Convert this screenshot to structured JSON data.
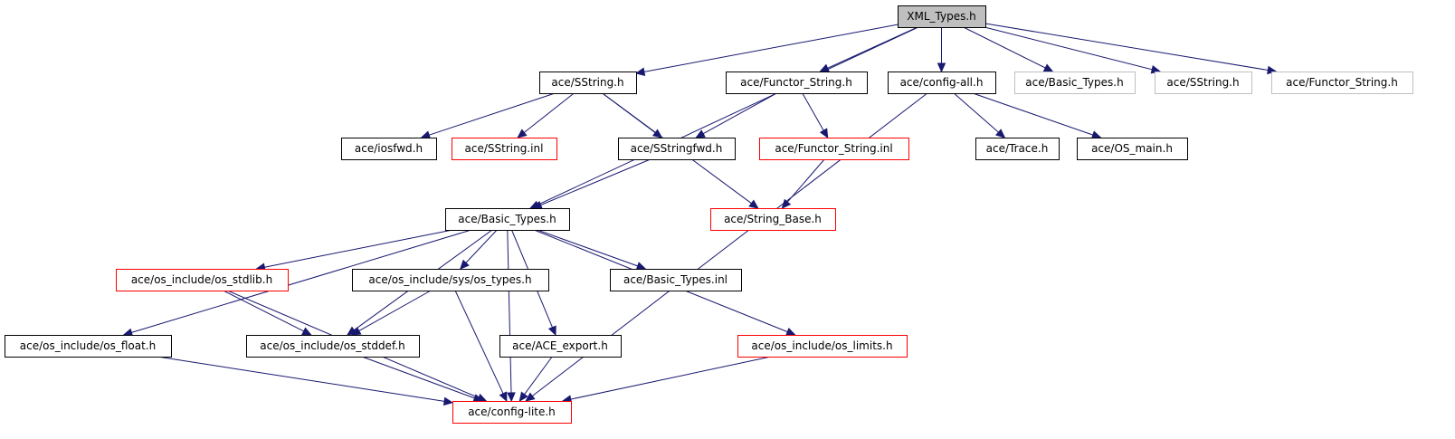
{
  "colors": {
    "edge": "#191970",
    "root_fill": "#bfbfbf",
    "node_fill": "#ffffff",
    "border_normal": "#000000",
    "border_missing": "#ff0000",
    "border_hidden": "#bfbfbf"
  },
  "nodes": [
    {
      "id": "xml_types_h",
      "label": "XML_Types.h",
      "kind": "root"
    },
    {
      "id": "sstring_h",
      "label": "ace/SString.h",
      "kind": "normal"
    },
    {
      "id": "functor_string_h",
      "label": "ace/Functor_String.h",
      "kind": "normal"
    },
    {
      "id": "config_all_h",
      "label": "ace/config-all.h",
      "kind": "normal"
    },
    {
      "id": "basic_types_h_top",
      "label": "ace/Basic_Types.h",
      "kind": "hidden"
    },
    {
      "id": "sstring_h_top",
      "label": "ace/SString.h",
      "kind": "hidden"
    },
    {
      "id": "functor_string_h_top",
      "label": "ace/Functor_String.h",
      "kind": "hidden"
    },
    {
      "id": "iosfwd_h",
      "label": "ace/iosfwd.h",
      "kind": "normal"
    },
    {
      "id": "sstring_inl",
      "label": "ace/SString.inl",
      "kind": "missing"
    },
    {
      "id": "sstringfwd_h",
      "label": "ace/SStringfwd.h",
      "kind": "normal"
    },
    {
      "id": "functor_string_inl",
      "label": "ace/Functor_String.inl",
      "kind": "missing"
    },
    {
      "id": "trace_h",
      "label": "ace/Trace.h",
      "kind": "normal"
    },
    {
      "id": "os_main_h",
      "label": "ace/OS_main.h",
      "kind": "normal"
    },
    {
      "id": "basic_types_h",
      "label": "ace/Basic_Types.h",
      "kind": "normal"
    },
    {
      "id": "string_base_h",
      "label": "ace/String_Base.h",
      "kind": "missing"
    },
    {
      "id": "os_stdlib_h",
      "label": "ace/os_include/os_stdlib.h",
      "kind": "missing"
    },
    {
      "id": "os_types_h",
      "label": "ace/os_include/sys/os_types.h",
      "kind": "normal"
    },
    {
      "id": "basic_types_inl",
      "label": "ace/Basic_Types.inl",
      "kind": "normal"
    },
    {
      "id": "os_float_h",
      "label": "ace/os_include/os_float.h",
      "kind": "normal"
    },
    {
      "id": "os_stddef_h",
      "label": "ace/os_include/os_stddef.h",
      "kind": "normal"
    },
    {
      "id": "ace_export_h",
      "label": "ace/ACE_export.h",
      "kind": "normal"
    },
    {
      "id": "os_limits_h",
      "label": "ace/os_include/os_limits.h",
      "kind": "missing"
    },
    {
      "id": "config_lite_h",
      "label": "ace/config-lite.h",
      "kind": "missing"
    }
  ],
  "edges": [
    {
      "from": "xml_types_h",
      "to": "sstring_h"
    },
    {
      "from": "xml_types_h",
      "to": "functor_string_h"
    },
    {
      "from": "xml_types_h",
      "to": "config_all_h"
    },
    {
      "from": "xml_types_h",
      "to": "basic_types_h_top"
    },
    {
      "from": "xml_types_h",
      "to": "sstring_h_top"
    },
    {
      "from": "xml_types_h",
      "to": "functor_string_h_top"
    },
    {
      "from": "xml_types_h",
      "to": "basic_types_h"
    },
    {
      "from": "sstring_h",
      "to": "iosfwd_h"
    },
    {
      "from": "sstring_h",
      "to": "sstring_inl"
    },
    {
      "from": "sstring_h",
      "to": "sstringfwd_h"
    },
    {
      "from": "sstring_h",
      "to": "string_base_h"
    },
    {
      "from": "functor_string_h",
      "to": "sstringfwd_h"
    },
    {
      "from": "functor_string_h",
      "to": "functor_string_inl"
    },
    {
      "from": "functor_string_inl",
      "to": "string_base_h"
    },
    {
      "from": "config_all_h",
      "to": "trace_h"
    },
    {
      "from": "config_all_h",
      "to": "os_main_h"
    },
    {
      "from": "config_all_h",
      "to": "config_lite_h"
    },
    {
      "from": "sstringfwd_h",
      "to": "basic_types_h"
    },
    {
      "from": "basic_types_h",
      "to": "os_float_h"
    },
    {
      "from": "basic_types_h",
      "to": "os_stdlib_h"
    },
    {
      "from": "basic_types_h",
      "to": "os_stddef_h"
    },
    {
      "from": "basic_types_h",
      "to": "os_types_h"
    },
    {
      "from": "basic_types_h",
      "to": "basic_types_inl"
    },
    {
      "from": "basic_types_h",
      "to": "ace_export_h"
    },
    {
      "from": "basic_types_h",
      "to": "config_lite_h"
    },
    {
      "from": "basic_types_h",
      "to": "os_limits_h"
    },
    {
      "from": "os_stdlib_h",
      "to": "os_stddef_h"
    },
    {
      "from": "os_stdlib_h",
      "to": "config_lite_h"
    },
    {
      "from": "os_types_h",
      "to": "os_stddef_h"
    },
    {
      "from": "os_types_h",
      "to": "config_lite_h"
    },
    {
      "from": "os_float_h",
      "to": "config_lite_h"
    },
    {
      "from": "os_stddef_h",
      "to": "config_lite_h"
    },
    {
      "from": "ace_export_h",
      "to": "config_lite_h"
    },
    {
      "from": "os_limits_h",
      "to": "config_lite_h"
    }
  ]
}
